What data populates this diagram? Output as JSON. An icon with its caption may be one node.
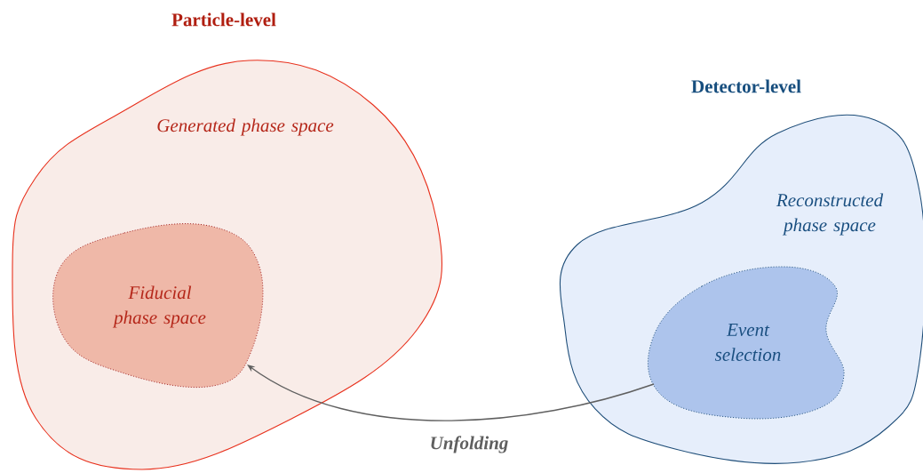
{
  "diagram": {
    "nodes": [
      {
        "text": [
          "Particle-level",
          "Generated phase space"
        ]
      },
      {
        "text": [
          "Fiducial phase space"
        ],
        "in": 0
      },
      {
        "text": [
          "Detector-level",
          "Reconstructed phase space"
        ]
      },
      {
        "text": [
          "Event selection"
        ],
        "in": 2
      }
    ],
    "edges": [
      {
        "from": 3,
        "to": 1,
        "arrow": "to",
        "label": "Unfolding"
      }
    ]
  }
}
